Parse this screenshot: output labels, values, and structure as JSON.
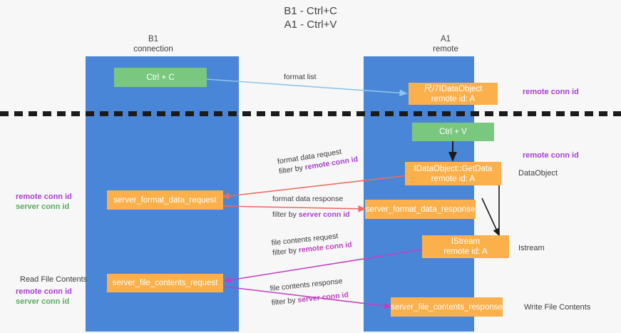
{
  "title": "B1 - Ctrl+C\nA1 - Ctrl+V",
  "columns": {
    "left": "B1\nconnection",
    "right": "A1\nremote"
  },
  "nodes": {
    "ctrl_c": "Ctrl + C",
    "ctrl_v": "Ctrl + V",
    "data_object": "尺/7IDataObject\nremote id: A",
    "get_data": "IDataObject::GetData\nremote id: A",
    "istream": "IStream\nremote id: A",
    "server_format_data_request": "server_format_data_request",
    "server_format_data_response": "server_format_data_response",
    "server_file_contents_request": "server_file_contents_request",
    "server_file_contents_response": "server_file_contents_response"
  },
  "edges": {
    "format_list": "format list",
    "format_data_request": "format data request",
    "format_data_request_filter_prefix": "filter by ",
    "format_data_request_filter_value": "remote conn id",
    "format_data_response": "format data response",
    "format_data_response_filter_prefix": "filter by ",
    "format_data_response_filter_value": "server conn id",
    "file_contents_request": "file contents request",
    "file_contents_request_filter_prefix": "filter by ",
    "file_contents_request_filter_value": "remote conn id",
    "file_contents_response": "file contents response",
    "file_contents_response_filter_prefix": "filter by ",
    "file_contents_response_filter_value": "server conn id"
  },
  "right_labels": {
    "remote_conn_id_top": "remote conn id",
    "remote_conn_id_mid": "remote conn id",
    "data_object": "DataObject",
    "istream": "Istream",
    "write_file_contents": "Write File Contents"
  },
  "left_labels": {
    "remote_conn_id": "remote conn id",
    "server_conn_id": "server conn id",
    "read_file_contents": "Read File Contents",
    "read_remote_conn_id": "remote conn id",
    "read_server_conn_id": "server conn id"
  },
  "colors": {
    "lane": "#4a86d8",
    "green_node": "#7ac87f",
    "orange_node": "#fbb04b",
    "purple": "#a93fcf",
    "green_text": "#5aab5e",
    "magenta": "#c23fc2",
    "red_arrow": "#ef6a63",
    "blue_arrow": "#8fc4ea",
    "black_arrow": "#1b1b1b",
    "background": "#f7f7f7"
  }
}
